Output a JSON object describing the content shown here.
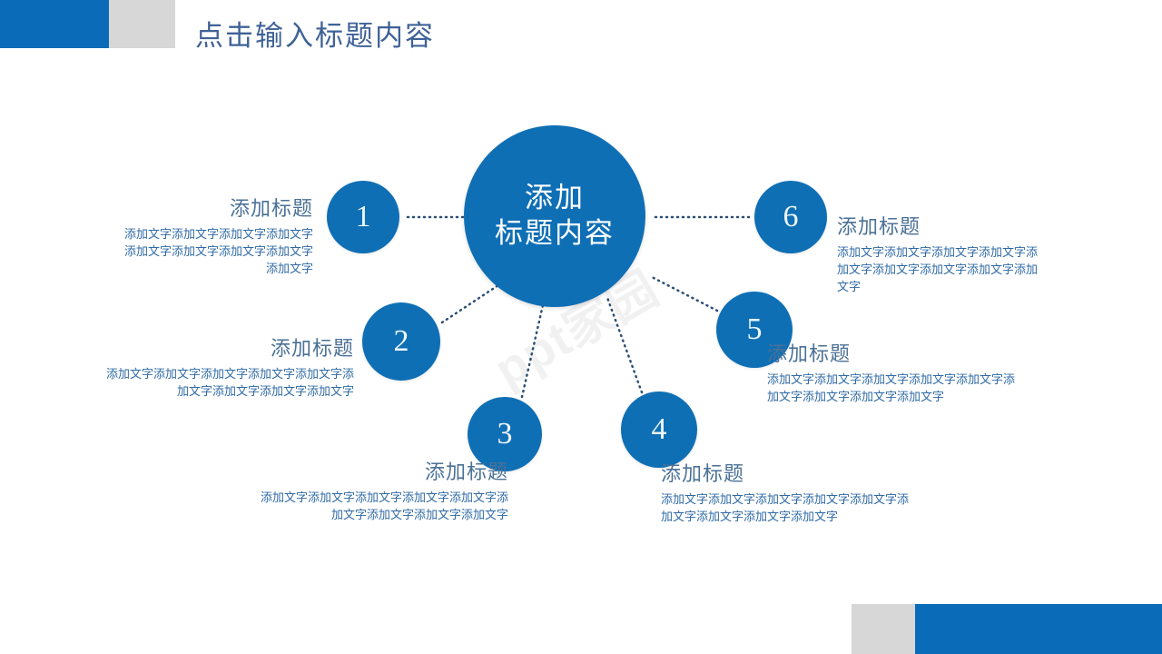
{
  "header": {
    "title": "点击输入标题内容",
    "accent_color": "#0a6cb8",
    "gray_color": "#d7d7d7",
    "title_color": "#3f6296"
  },
  "watermark": {
    "text": "ppt家园"
  },
  "hub": {
    "line1": "添加",
    "line2": "标题内容"
  },
  "nodes": [
    {
      "number": "1",
      "title": "添加标题",
      "body_lines": [
        "添加文字添加文字添加文字添加文字",
        "添加文字添加文字添加文字添加文字",
        "添加文字"
      ]
    },
    {
      "number": "2",
      "title": "添加标题",
      "body_lines": [
        "添加文字添加文字添加文字添加文字添加文字添",
        "加文字添加文字添加文字添加文字"
      ]
    },
    {
      "number": "3",
      "title": "添加标题",
      "body_lines": [
        "添加文字添加文字添加文字添加文字添加文字添",
        "加文字添加文字添加文字添加文字"
      ]
    },
    {
      "number": "4",
      "title": "添加标题",
      "body_lines": [
        "添加文字添加文字添加文字添加文字添加文字添",
        "加文字添加文字添加文字添加文字"
      ]
    },
    {
      "number": "5",
      "title": "添加标题",
      "body_lines": [
        "添加文字添加文字添加文字添加文字添加文字添",
        "加文字添加文字添加文字添加文字"
      ]
    },
    {
      "number": "6",
      "title": "添加标题",
      "body_lines": [
        "添加文字添加文字添加文字添加文字添",
        "加文字添加文字添加文字添加文字添加",
        "文字"
      ]
    }
  ],
  "colors": {
    "circle_fill": "#0f6fb5",
    "body_text": "#2f6aa5",
    "node_title": "#4b7196",
    "connector": "#2c4f73"
  }
}
